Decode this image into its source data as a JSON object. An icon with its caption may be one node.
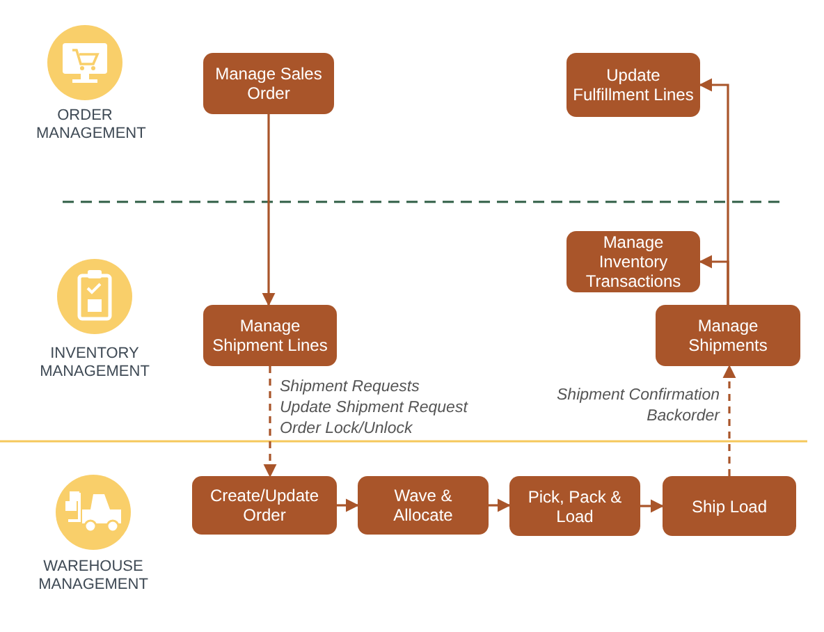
{
  "diagram": {
    "nodes": [
      {
        "text": [
          "Manage Sales Order"
        ]
      },
      {
        "text": [
          "Update Fulfillment Lines"
        ]
      },
      {
        "text": [
          "Manage Inventory Transactions"
        ]
      },
      {
        "text": [
          "Manage Shipment Lines"
        ]
      },
      {
        "text": [
          "Manage Shipments"
        ]
      },
      {
        "text": [
          "Create/Update Order"
        ]
      },
      {
        "text": [
          "Wave & Allocate"
        ]
      },
      {
        "text": [
          "Pick, Pack & Load"
        ]
      },
      {
        "text": [
          "Ship Load"
        ]
      }
    ],
    "edges": [
      {
        "from": 0,
        "to": 3,
        "arrow": "to"
      },
      {
        "from": 3,
        "to": 5,
        "arrow": "to",
        "style": "dashed"
      },
      {
        "from": 5,
        "to": 6,
        "arrow": "to"
      },
      {
        "from": 6,
        "to": 7,
        "arrow": "to"
      },
      {
        "from": 7,
        "to": 8,
        "arrow": "to"
      },
      {
        "from": 8,
        "to": 4,
        "arrow": "to",
        "style": "dashed"
      },
      {
        "from": 4,
        "to": 2,
        "arrow": "to"
      },
      {
        "from": 4,
        "to": 1,
        "arrow": "to"
      }
    ],
    "labels": [
      "ORDER MANAGEMENT",
      "INVENTORY MANAGEMENT",
      "Shipment Requests",
      "Update Shipment Request",
      "Order Lock/Unlock",
      "Shipment Confirmation",
      "Backorder",
      "WAREHOUSE MANAGEMENT"
    ]
  }
}
